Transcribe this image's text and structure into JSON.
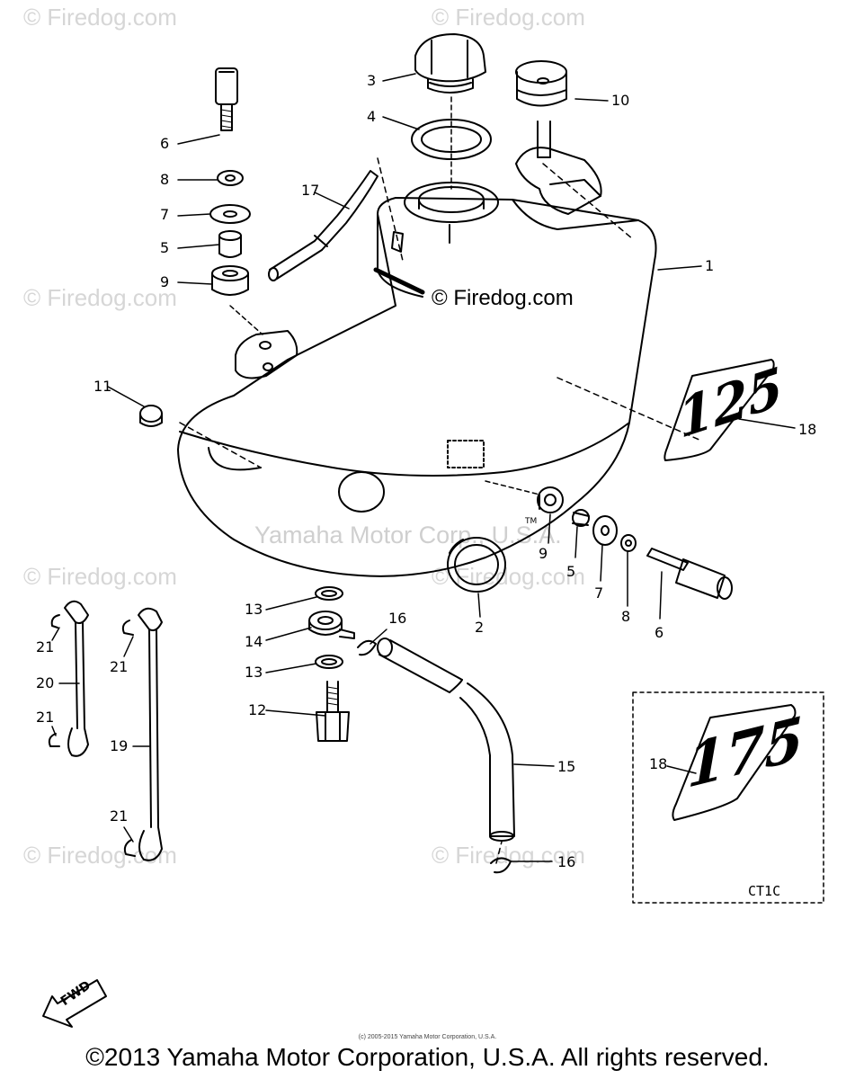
{
  "watermarks": {
    "firedog": "© Firedog.com",
    "yamaha": "Yamaha Motor Corp., U.S.A."
  },
  "callouts": {
    "c1": "1",
    "c2": "2",
    "c3": "3",
    "c4": "4",
    "c5a": "5",
    "c5b": "5",
    "c6a": "6",
    "c6b": "6",
    "c7a": "7",
    "c7b": "7",
    "c8a": "8",
    "c8b": "8",
    "c9a": "9",
    "c9b": "9",
    "c10": "10",
    "c11": "11",
    "c12": "12",
    "c13a": "13",
    "c13b": "13",
    "c14": "14",
    "c15": "15",
    "c16a": "16",
    "c16b": "16",
    "c17": "17",
    "c18a": "18",
    "c18b": "18",
    "c19": "19",
    "c20": "20",
    "c21a": "21",
    "c21b": "21",
    "c21c": "21",
    "c21d": "21"
  },
  "emblems": {
    "e125": "125",
    "e175": "175"
  },
  "variant_code": "CT1C",
  "direction_arrow": "FWD",
  "trademark": "TM",
  "small_copyright": "(c) 2005-2015 Yamaha Motor Corporation, U.S.A.",
  "copyright": "©2013 Yamaha Motor Corporation, U.S.A. All rights reserved."
}
